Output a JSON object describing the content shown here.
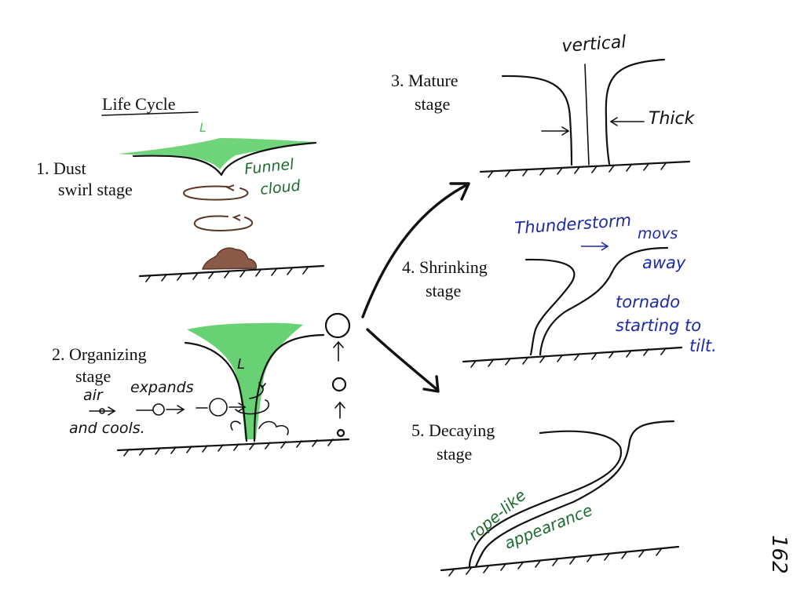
{
  "title": "Life Cycle",
  "colors": {
    "ink": "#111111",
    "green_pen": "#1d6b2e",
    "blue_pen": "#1c2aa8",
    "green_marker": "#4cc95a",
    "brown_pen": "#5a3628"
  },
  "stages": {
    "s1": {
      "line1": "1. Dust",
      "line2": "swirl stage"
    },
    "s2": {
      "line1": "2. Organizing",
      "line2": "stage"
    },
    "s3": {
      "line1": "3. Mature",
      "line2": "stage"
    },
    "s4": {
      "line1": "4. Shrinking",
      "line2": "stage"
    },
    "s5": {
      "line1": "5. Decaying",
      "line2": "stage"
    }
  },
  "annotations": {
    "low_s1": "L",
    "funnel_1": "Funnel",
    "funnel_2": "cloud",
    "low_s2": "L",
    "air_1": "air",
    "air_2": "expands",
    "air_3": "and cools.",
    "vertical": "vertical",
    "thick": "Thick",
    "thunder_1": "Thunderstorm",
    "thunder_2": "movs",
    "thunder_3": "away",
    "tilt_1": "tornado",
    "tilt_2": "starting to",
    "tilt_3": "tilt.",
    "rope_1": "rope-like",
    "rope_2": "appearance",
    "page_number": "162"
  }
}
